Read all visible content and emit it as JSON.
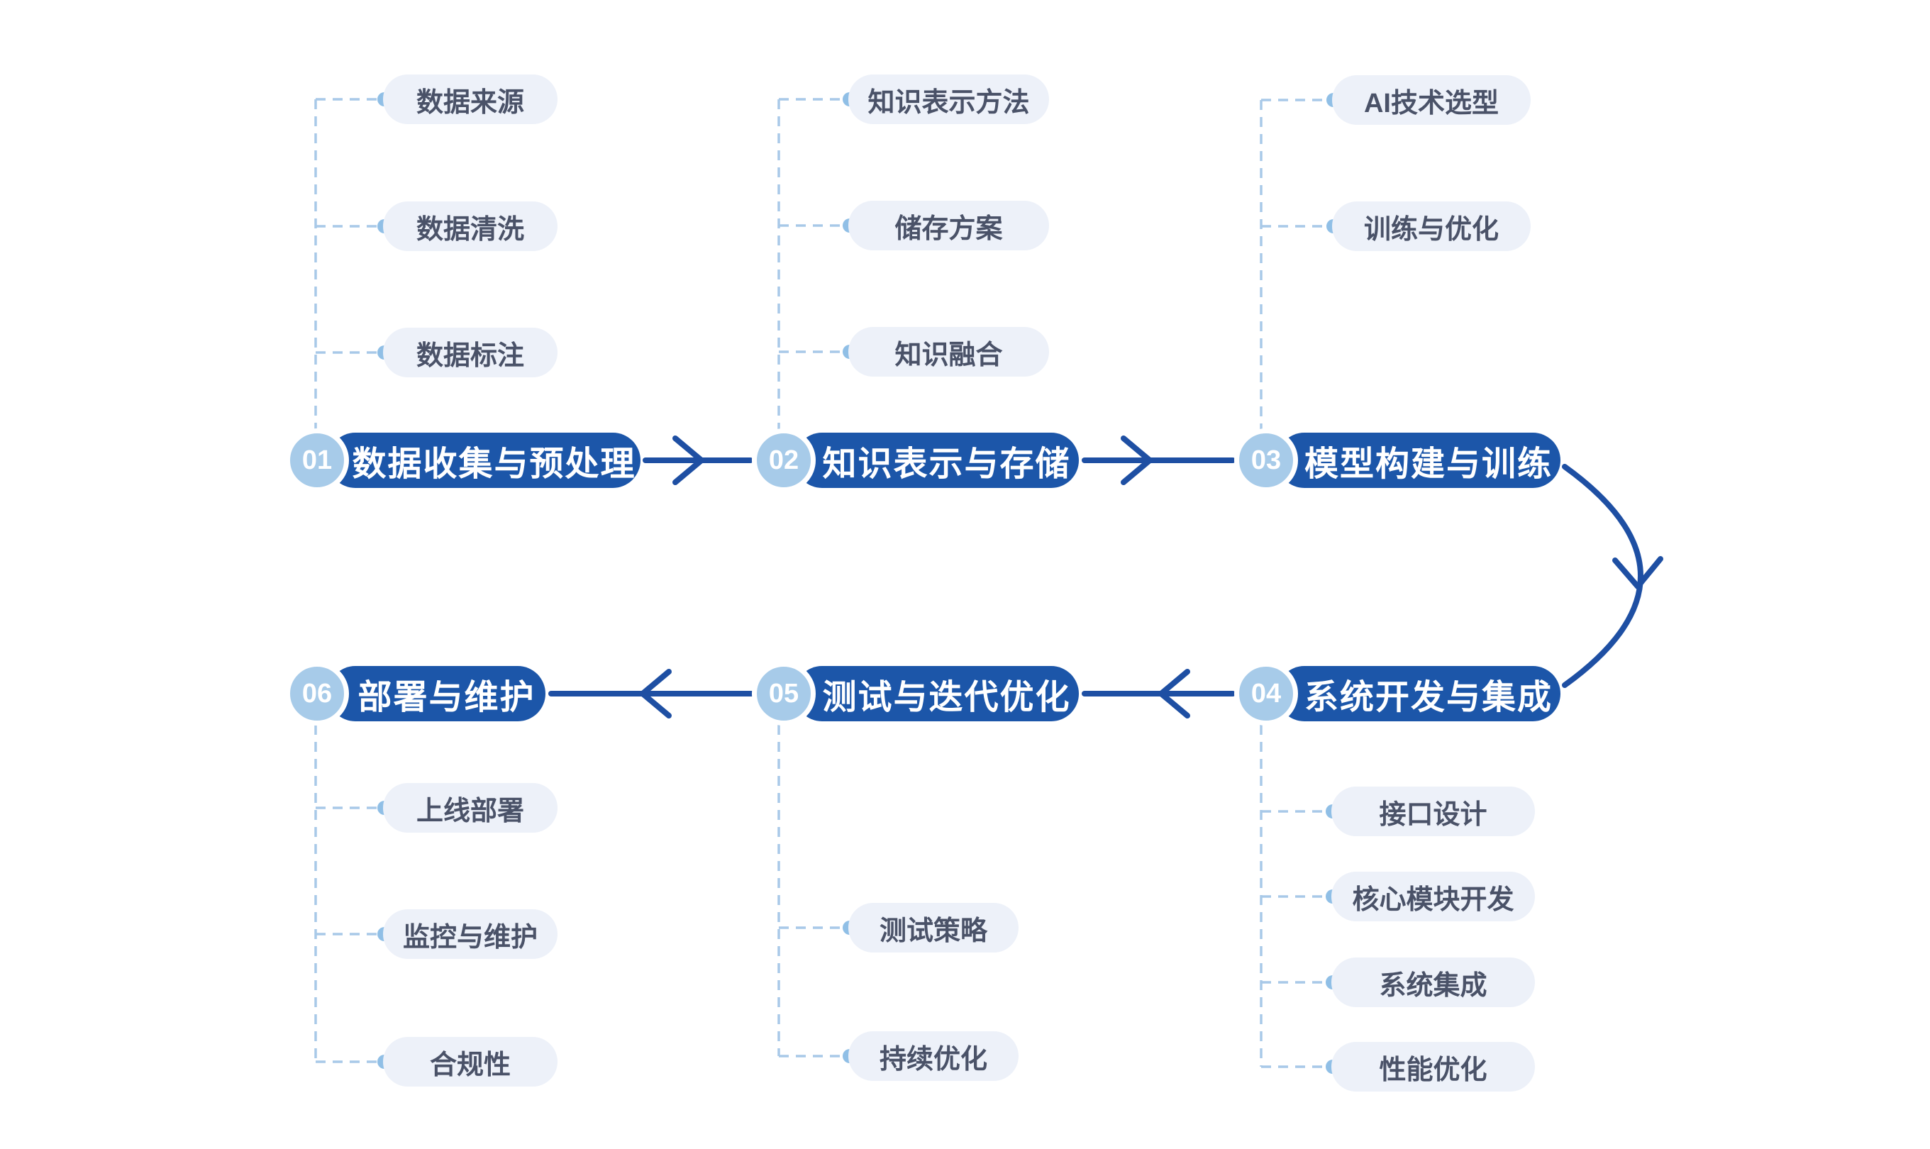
{
  "diagram_title": "",
  "colors": {
    "primary": "#1C56A9",
    "arrow": "#1E4FA3",
    "badge": "#A7CBE9",
    "badge_text": "#FFFFFF",
    "chip_bg": "#EDF1F9",
    "chip_text": "#4A5268",
    "dash": "#A8C9E8",
    "dot": "#90BFE6",
    "background": "#FFFFFF"
  },
  "steps": [
    {
      "number": "01",
      "label": "数据收集与预处理",
      "subitems": [
        "数据来源",
        "数据清洗",
        "数据标注"
      ]
    },
    {
      "number": "02",
      "label": "知识表示与存储",
      "subitems": [
        "知识表示方法",
        "储存方案",
        "知识融合"
      ]
    },
    {
      "number": "03",
      "label": "模型构建与训练",
      "subitems": [
        "AI技术选型",
        "训练与优化"
      ]
    },
    {
      "number": "04",
      "label": "系统开发与集成",
      "subitems": [
        "接口设计",
        "核心模块开发",
        "系统集成",
        "性能优化"
      ]
    },
    {
      "number": "05",
      "label": "测试与迭代优化",
      "subitems": [
        "测试策略",
        "持续优化"
      ]
    },
    {
      "number": "06",
      "label": "部署与维护",
      "subitems": [
        "上线部署",
        "监控与维护",
        "合规性"
      ]
    }
  ]
}
